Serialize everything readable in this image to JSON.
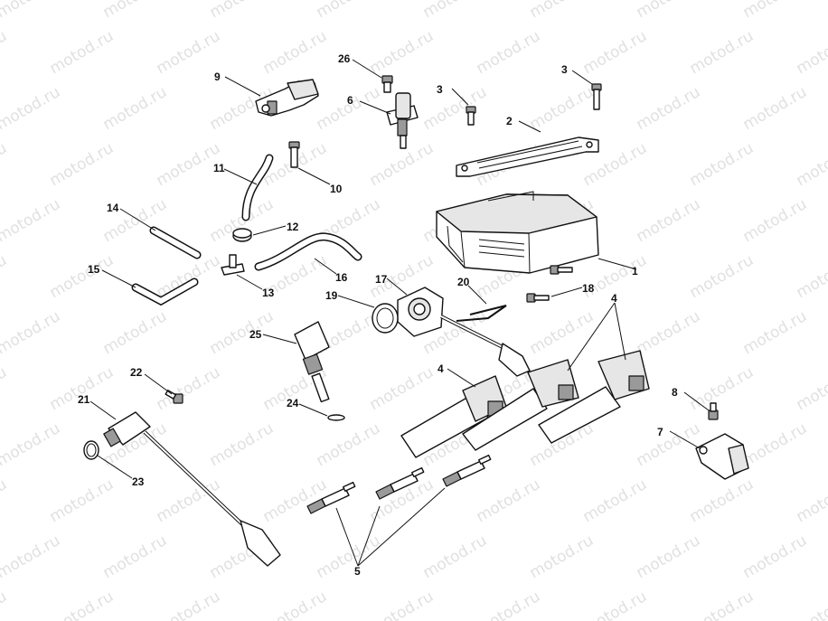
{
  "watermark": "motod.ru",
  "callouts": [
    {
      "id": "c1",
      "text": "1"
    },
    {
      "id": "c2",
      "text": "2"
    },
    {
      "id": "c3a",
      "text": "3"
    },
    {
      "id": "c3b",
      "text": "3"
    },
    {
      "id": "c4a",
      "text": "4"
    },
    {
      "id": "c4b",
      "text": "4"
    },
    {
      "id": "c5",
      "text": "5"
    },
    {
      "id": "c6",
      "text": "6"
    },
    {
      "id": "c7",
      "text": "7"
    },
    {
      "id": "c8",
      "text": "8"
    },
    {
      "id": "c9",
      "text": "9"
    },
    {
      "id": "c10",
      "text": "10"
    },
    {
      "id": "c11",
      "text": "11"
    },
    {
      "id": "c12",
      "text": "12"
    },
    {
      "id": "c13",
      "text": "13"
    },
    {
      "id": "c14",
      "text": "14"
    },
    {
      "id": "c15",
      "text": "15"
    },
    {
      "id": "c16",
      "text": "16"
    },
    {
      "id": "c17",
      "text": "17"
    },
    {
      "id": "c18",
      "text": "18"
    },
    {
      "id": "c19",
      "text": "19"
    },
    {
      "id": "c20",
      "text": "20"
    },
    {
      "id": "c21",
      "text": "21"
    },
    {
      "id": "c22",
      "text": "22"
    },
    {
      "id": "c23",
      "text": "23"
    },
    {
      "id": "c24",
      "text": "24"
    },
    {
      "id": "c25",
      "text": "25"
    },
    {
      "id": "c26",
      "text": "26"
    }
  ]
}
